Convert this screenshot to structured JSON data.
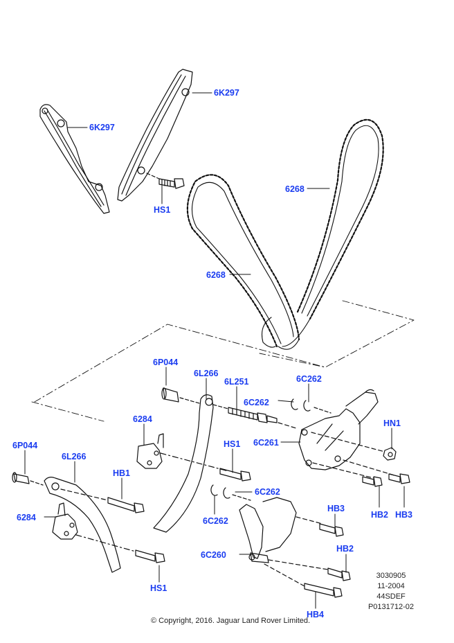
{
  "diagram": {
    "title": "Timing chain, guides and tensioners exploded view",
    "labels": [
      {
        "id": "6K297-a",
        "text": "6K297"
      },
      {
        "id": "6K297-b",
        "text": "6K297"
      },
      {
        "id": "HS1-a",
        "text": "HS1"
      },
      {
        "id": "6268-a",
        "text": "6268"
      },
      {
        "id": "6268-b",
        "text": "6268"
      },
      {
        "id": "6P044-a",
        "text": "6P044"
      },
      {
        "id": "6L266-a",
        "text": "6L266"
      },
      {
        "id": "6L251",
        "text": "6L251"
      },
      {
        "id": "6C262-a",
        "text": "6C262"
      },
      {
        "id": "6C262-b",
        "text": "6C262"
      },
      {
        "id": "6284-a",
        "text": "6284"
      },
      {
        "id": "HN1",
        "text": "HN1"
      },
      {
        "id": "6C261",
        "text": "6C261"
      },
      {
        "id": "HS1-b",
        "text": "HS1"
      },
      {
        "id": "6P044-b",
        "text": "6P044"
      },
      {
        "id": "6L266-b",
        "text": "6L266"
      },
      {
        "id": "HB1",
        "text": "HB1"
      },
      {
        "id": "6C262-c",
        "text": "6C262"
      },
      {
        "id": "6284-b",
        "text": "6284"
      },
      {
        "id": "6C262-d",
        "text": "6C262"
      },
      {
        "id": "HB2-a",
        "text": "HB2"
      },
      {
        "id": "HB3-a",
        "text": "HB3"
      },
      {
        "id": "HB3-b",
        "text": "HB3"
      },
      {
        "id": "HB2-b",
        "text": "HB2"
      },
      {
        "id": "6C260",
        "text": "6C260"
      },
      {
        "id": "HS1-c",
        "text": "HS1"
      },
      {
        "id": "HB4",
        "text": "HB4"
      }
    ],
    "label_color": "#1a3cf0"
  },
  "meta": {
    "code1": "3030905",
    "date": "11-2004",
    "code2": "44SDEF",
    "code3": "P0131712-02"
  },
  "copyright": "© Copyright, 2016. Jaguar Land Rover Limited."
}
